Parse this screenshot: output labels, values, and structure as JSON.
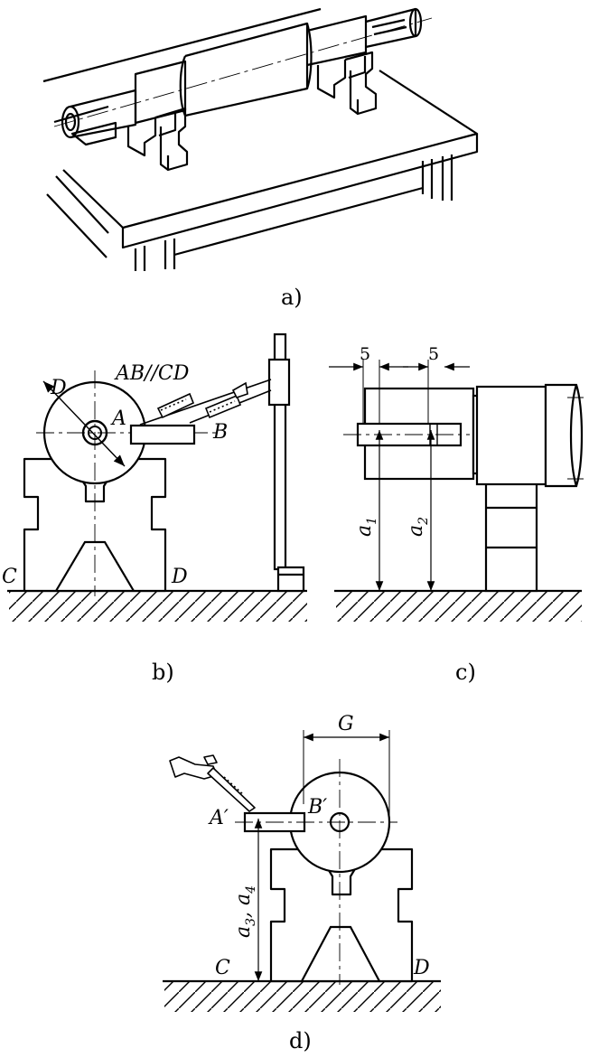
{
  "captions": {
    "a": "a)",
    "b": "b)",
    "c": "c)",
    "d": "d)"
  },
  "labels_b": {
    "D": "D",
    "relation": "AB//CD",
    "A": "A",
    "B": "B",
    "C": "C",
    "D2": "D"
  },
  "labels_c": {
    "dim1": "5",
    "dim2": "5",
    "a1_base": "a",
    "a1_sub": "1",
    "a2_base": "a",
    "a2_sub": "2"
  },
  "labels_d": {
    "G": "G",
    "A": "A′",
    "B": "B′",
    "a34_base1": "a",
    "a34_sub1": "3",
    "a34_sep": ", ",
    "a34_base2": "a",
    "a34_sub2": "4",
    "C": "C",
    "D": "D"
  },
  "colors": {
    "ink": "#000000",
    "paper": "#ffffff"
  }
}
